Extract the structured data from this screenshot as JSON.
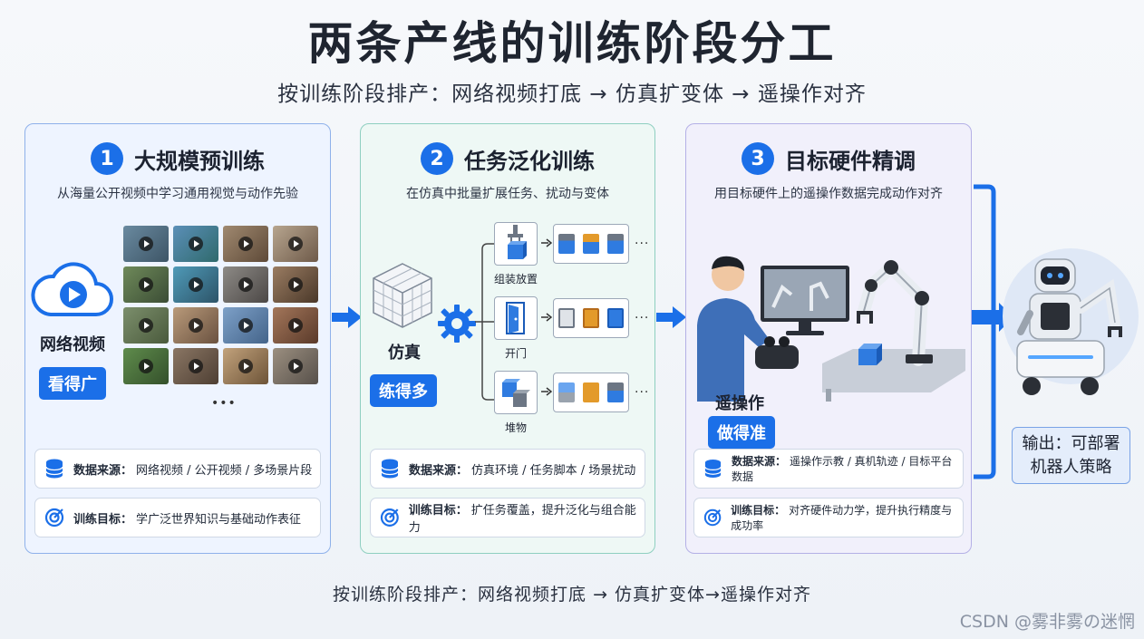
{
  "title": "两条产线的训练阶段分工",
  "subtitle": "按训练阶段排产：网络视频打底 → 仿真扩变体 → 遥操作对齐",
  "footer": "按训练阶段排产：网络视频打底 → 仿真扩变体→遥操作对齐",
  "watermark": "CSDN @雾非雾の迷惘",
  "panels": [
    {
      "number": "1",
      "title": "大规模预训练",
      "desc": "从海量公开视频中学习通用视觉与动作先验",
      "source_label": "网络视频",
      "badge": "看得广",
      "ellipsis": "•••",
      "data_source_key": "数据来源：",
      "data_source": "网络视频 / 公开视频 / 多场景片段",
      "goal_key": "训练目标：",
      "goal": "学广泛世界知识与基础动作表征"
    },
    {
      "number": "2",
      "title": "任务泛化训练",
      "desc": "在仿真中批量扩展任务、扰动与变体",
      "source_label": "仿真",
      "badge": "练得多",
      "tasks": [
        "组装放置",
        "开门",
        "堆物"
      ],
      "ellipsis": "···",
      "data_source_key": "数据来源：",
      "data_source": "仿真环境 / 任务脚本 / 场景扰动",
      "goal_key": "训练目标：",
      "goal": "扩任务覆盖，提升泛化与组合能力"
    },
    {
      "number": "3",
      "title": "目标硬件精调",
      "desc": "用目标硬件上的遥操作数据完成动作对齐",
      "source_label": "遥操作",
      "badge": "做得准",
      "data_source_key": "数据来源：",
      "data_source": "遥操作示教 / 真机轨迹 / 目标平台数据",
      "goal_key": "训练目标：",
      "goal": "对齐硬件动力学，提升执行精度与成功率"
    }
  ],
  "output": {
    "line1": "输出：可部署",
    "line2": "机器人策略"
  },
  "colors": {
    "accent": "#1b6fe8",
    "panel1_bg": "#eef4ff",
    "panel2_bg": "#eef8f5",
    "panel3_bg": "#f1f0fb"
  }
}
